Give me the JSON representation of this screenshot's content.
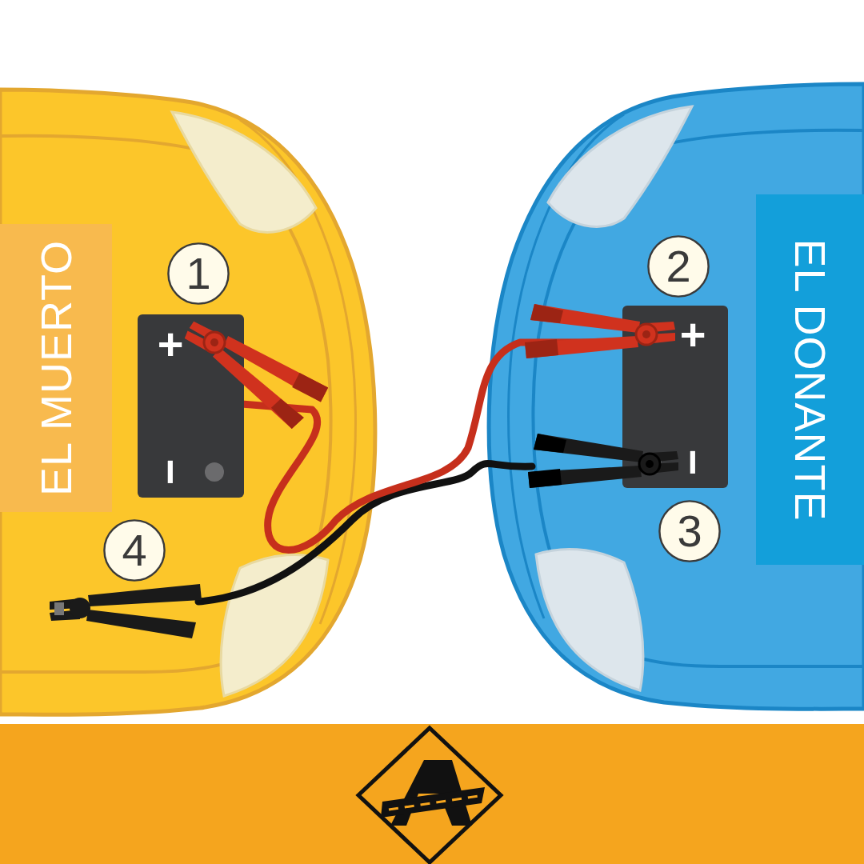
{
  "diagram": {
    "nodes": [
      {
        "text": [
          "EL MUERTO"
        ]
      },
      {
        "text": [
          "1"
        ]
      },
      {
        "text": [
          "+",
          "−"
        ]
      },
      {
        "text": [
          "4"
        ]
      },
      {
        "text": [
          "2"
        ]
      },
      {
        "text": [
          "+",
          "−"
        ]
      },
      {
        "text": [
          "3"
        ]
      },
      {
        "text": [
          "EL DONANTE"
        ]
      }
    ],
    "edges": [
      {
        "from": 2,
        "to": 5,
        "arrow": "none"
      }
    ]
  }
}
